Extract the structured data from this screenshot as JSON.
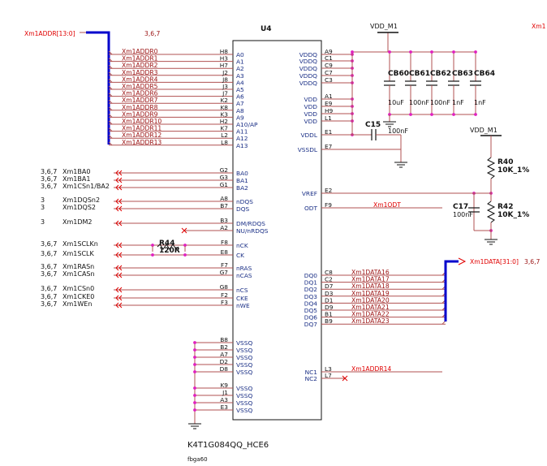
{
  "chip": {
    "ref": "U4",
    "part": "K4T1G084QQ_HCE6",
    "package": "fbga60",
    "colors": {
      "net": "#9a1010",
      "pin_func": "#1a2f86",
      "junction": "#e020c0",
      "bus": "#0000cc",
      "wire": "#b05050"
    }
  },
  "addr_bus": {
    "label": "Xm1ADDR[13:0]",
    "sheets": "3,6,7"
  },
  "addr_pins": [
    {
      "net": "Xm1ADDR0",
      "ball": "H8",
      "func": "A0"
    },
    {
      "net": "Xm1ADDR1",
      "ball": "H3",
      "func": "A1"
    },
    {
      "net": "Xm1ADDR2",
      "ball": "H7",
      "func": "A2"
    },
    {
      "net": "Xm1ADDR3",
      "ball": "J2",
      "func": "A3"
    },
    {
      "net": "Xm1ADDR4",
      "ball": "J8",
      "func": "A4"
    },
    {
      "net": "Xm1ADDR5",
      "ball": "J3",
      "func": "A5"
    },
    {
      "net": "Xm1ADDR6",
      "ball": "J7",
      "func": "A6"
    },
    {
      "net": "Xm1ADDR7",
      "ball": "K2",
      "func": "A7"
    },
    {
      "net": "Xm1ADDR8",
      "ball": "K8",
      "func": "A8"
    },
    {
      "net": "Xm1ADDR9",
      "ball": "K3",
      "func": "A9"
    },
    {
      "net": "Xm1ADDR10",
      "ball": "H2",
      "func": "A10/AP"
    },
    {
      "net": "Xm1ADDR11",
      "ball": "K7",
      "func": "A11"
    },
    {
      "net": "Xm1ADDR12",
      "ball": "L2",
      "func": "A12"
    },
    {
      "net": "Xm1ADDR13",
      "ball": "L8",
      "func": "A13"
    }
  ],
  "ctrl_pins": [
    {
      "sheets": "3,6,7",
      "net": "Xm1BA0",
      "ball": "G2",
      "func": "BA0"
    },
    {
      "sheets": "3,6,7",
      "net": "Xm1BA1",
      "ball": "G3",
      "func": "BA1"
    },
    {
      "sheets": "3,6,7",
      "net": "Xm1CSn1/BA2",
      "ball": "G1",
      "func": "BA2"
    },
    {
      "sheets": "3",
      "net": "Xm1DQSn2",
      "ball": "A8",
      "func": "nDQS"
    },
    {
      "sheets": "3",
      "net": "Xm1DQS2",
      "ball": "B7",
      "func": "DQS"
    },
    {
      "sheets": "3",
      "net": "Xm1DM2",
      "ball": "B3",
      "func": "DM/RDQS"
    },
    {
      "sheets": "",
      "net": "",
      "ball": "A2",
      "func": "NU/nRDQS"
    },
    {
      "sheets": "3,6,7",
      "net": "Xm1SCLKn",
      "ball": "F8",
      "func": "nCK"
    },
    {
      "sheets": "3,6,7",
      "net": "Xm1SCLK",
      "ball": "E8",
      "func": "CK"
    },
    {
      "sheets": "3,6,7",
      "net": "Xm1RASn",
      "ball": "F7",
      "func": "nRAS"
    },
    {
      "sheets": "3,6,7",
      "net": "Xm1CASn",
      "ball": "G7",
      "func": "nCAS"
    },
    {
      "sheets": "3,6,7",
      "net": "Xm1CSn0",
      "ball": "G8",
      "func": "nCS"
    },
    {
      "sheets": "3,6,7",
      "net": "Xm1CKE0",
      "ball": "F2",
      "func": "CKE"
    },
    {
      "sheets": "3,6,7",
      "net": "Xm1WEn",
      "ball": "F3",
      "func": "nWE"
    }
  ],
  "vssq_pins": [
    {
      "ball": "B8",
      "func": "VSSQ"
    },
    {
      "ball": "B2",
      "func": "VSSQ"
    },
    {
      "ball": "A7",
      "func": "VSSQ"
    },
    {
      "ball": "D2",
      "func": "VSSQ"
    },
    {
      "ball": "D8",
      "func": "VSSQ"
    },
    {
      "ball": "K9",
      "func": "VSSQ"
    },
    {
      "ball": "J1",
      "func": "VSSQ"
    },
    {
      "ball": "A3",
      "func": "VSSQ"
    },
    {
      "ball": "E3",
      "func": "VSSQ"
    }
  ],
  "pwr_pins": [
    {
      "ball": "A9",
      "func": "VDDQ"
    },
    {
      "ball": "C1",
      "func": "VDDQ"
    },
    {
      "ball": "C9",
      "func": "VDDQ"
    },
    {
      "ball": "C7",
      "func": "VDDQ"
    },
    {
      "ball": "C3",
      "func": "VDDQ"
    },
    {
      "ball": "A1",
      "func": "VDD"
    },
    {
      "ball": "E9",
      "func": "VDD"
    },
    {
      "ball": "H9",
      "func": "VDD"
    },
    {
      "ball": "L1",
      "func": "VDD"
    },
    {
      "ball": "E1",
      "func": "VDDL"
    },
    {
      "ball": "E7",
      "func": "VSSDL"
    }
  ],
  "ref_pins": [
    {
      "ball": "E2",
      "func": "VREF",
      "net": ""
    },
    {
      "ball": "F9",
      "func": "ODT",
      "net": "Xm1ODT"
    }
  ],
  "dq_pins": [
    {
      "func": "DQ0",
      "ball": "C8",
      "net": "Xm1DATA16"
    },
    {
      "func": "DQ1",
      "ball": "C2",
      "net": "Xm1DATA17"
    },
    {
      "func": "DQ2",
      "ball": "D7",
      "net": "Xm1DATA18"
    },
    {
      "func": "DQ3",
      "ball": "D3",
      "net": "Xm1DATA19"
    },
    {
      "func": "DQ4",
      "ball": "D1",
      "net": "Xm1DATA20"
    },
    {
      "func": "DQ5",
      "ball": "D9",
      "net": "Xm1DATA21"
    },
    {
      "func": "DQ6",
      "ball": "B1",
      "net": "Xm1DATA22"
    },
    {
      "func": "DQ7",
      "ball": "B9",
      "net": "Xm1DATA23"
    }
  ],
  "nc_pins": [
    {
      "func": "NC1",
      "ball": "L3",
      "net": "Xm1ADDR14"
    },
    {
      "func": "NC2",
      "ball": "L7",
      "net": ""
    }
  ],
  "data_bus": {
    "label": "Xm1DATA[31:0]",
    "sheets": "3,6,7"
  },
  "power_net": "VDD_M1",
  "offpage": "Xm1",
  "decoupling": [
    {
      "ref": "CB60",
      "value": "10uF"
    },
    {
      "ref": "CB61",
      "value": "100nF"
    },
    {
      "ref": "CB62",
      "value": "100nF"
    },
    {
      "ref": "CB63",
      "value": "1nF"
    },
    {
      "ref": "CB64",
      "value": "1nF"
    }
  ],
  "c15": {
    "ref": "C15",
    "value": "100nF"
  },
  "c17": {
    "ref": "C17",
    "value": "100nF"
  },
  "r40": {
    "ref": "R40",
    "value": "10K_1%"
  },
  "r42": {
    "ref": "R42",
    "value": "10K_1%"
  },
  "r44": {
    "ref": "R44",
    "value": "120R"
  }
}
